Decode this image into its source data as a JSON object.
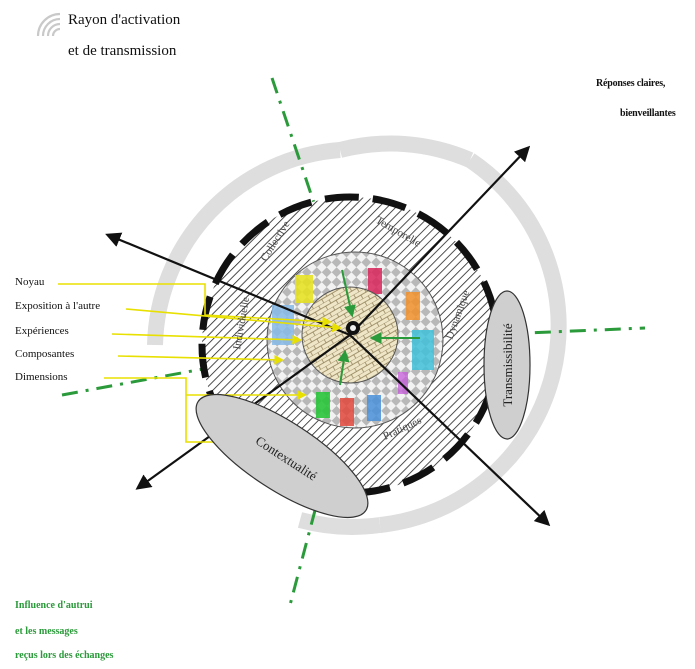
{
  "title": {
    "line1": "Rayon d'activation",
    "line2": "et de transmission"
  },
  "top_right": {
    "line1": "Réponses claires,",
    "line2": "bienveillantes"
  },
  "bottom_left": {
    "line1": "Influence d'autrui",
    "line2": "et les messages",
    "line3": "reçus lors des échanges"
  },
  "left_labels": [
    "Noyau",
    "Exposition à l'autre",
    "Expériences",
    "Composantes",
    "Dimensions"
  ],
  "ellipses": {
    "right": "Transmissibilité",
    "bottom": "Contextualité"
  },
  "ring_words": {
    "left": "Individuelle",
    "top_left": "Collective",
    "top": "Temporelle",
    "right": "Dynamique",
    "bottom": "Pratiques"
  },
  "colors": {
    "green": "#2a9a3a",
    "yellow": "#e8e000",
    "grey_ellipse": "#cfcfcf",
    "arc_grey": "#dedede"
  },
  "icon": "wifi-icon"
}
